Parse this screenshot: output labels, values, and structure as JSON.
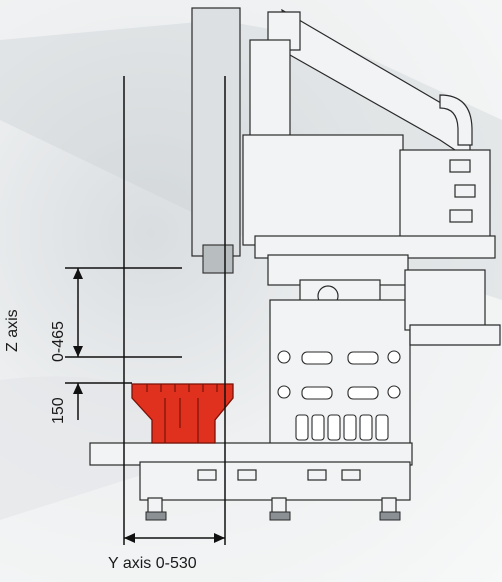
{
  "labels": {
    "y_axis": "Y axis 0-530",
    "z_axis": "Z axis",
    "z_range": "0-465",
    "table_height": "150"
  },
  "colors": {
    "machine_fill": "#f1f3f4",
    "machine_stroke": "#2a2a2a",
    "workpiece": "#e0301e",
    "dim_line": "#111111"
  }
}
